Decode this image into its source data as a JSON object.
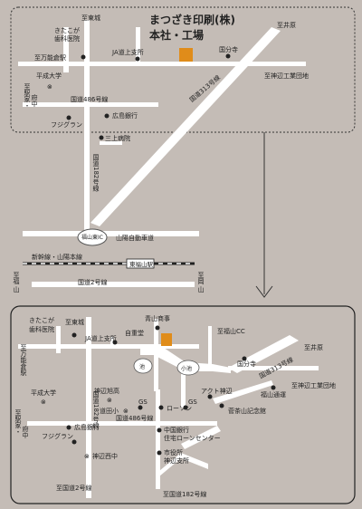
{
  "colors": {
    "background": "#c4bcb6",
    "road": "#ffffff",
    "frame": "#333333",
    "marker": "#e08c1a",
    "dot": "#222222"
  },
  "upper_map": {
    "title_line1": "まつざき印刷(株)",
    "title_line2": "本社・工場",
    "to_higashijo": "至東城",
    "to_ibara": "至井原",
    "clinic_line1": "きたこが",
    "clinic_line2": "歯科医院",
    "to_mannou": "至万能倉駅",
    "ja": "JA道上支所",
    "kokubunji": "国分寺",
    "to_jinnabe": "至神辺工業団地",
    "heisei_univ": "平成大学",
    "to_ekiya_line1": "至駅家・",
    "to_ekiya_line2": "府中",
    "route486": "国道486号線",
    "hiroshima_bank": "広島銀行",
    "fujiguran": "フジグラン",
    "route313": "国道313号線",
    "sanjo_hospital": "三上病院",
    "route182": "国道182号線",
    "fukuyama_higashi_ic": "福山東IC",
    "sanyo_expressway": "山陽自動車道",
    "shinkansen": "新幹線・山陽本線",
    "higashi_fukuyama_st": "東福山駅",
    "to_fukuyama_line1": "至福",
    "to_fukuyama_line2": "山",
    "to_okayama_line1": "至岡",
    "to_okayama_line2": "山",
    "route2": "国道2号線"
  },
  "lower_map": {
    "clinic_line1": "きたこが",
    "clinic_line2": "歯科医院",
    "to_higashijo": "至東城",
    "aoyama": "青山商事",
    "jimando": "自重堂",
    "to_fukuyama_cc": "至福山CC",
    "ja": "JA道上支所",
    "to_mannou": "至万能倉駅",
    "to_ibara": "至井原",
    "kokubunji": "国分寺",
    "route313": "国道313号線",
    "ike": "池",
    "koike": "小池",
    "to_jinnabe": "至神辺工業団地",
    "fukuyama_tsuuun": "福山通運",
    "heisei_univ": "平成大学",
    "jinnabe_asahi_hs": "神辺旭高",
    "michiue_es": "道田小",
    "gs1": "GS",
    "gs2": "GS",
    "act_jinnabe": "アクト神辺",
    "kansazan": "菅茶山記念館",
    "to_ekiya_line1": "至駅家・",
    "to_ekiya_line2": "府中",
    "lawson": "ローソン",
    "route486": "国道486号線",
    "hiroshima_bank": "広島銀行",
    "chugoku_bank_line1": "中国銀行",
    "chugoku_bank_line2": "住宅ローンセンター",
    "fujiguran": "フジグラン",
    "jinnabe_nishi_jhs": "神辺西中",
    "city_office_line1": "市役所",
    "city_office_line2": "神辺支所",
    "route182_vertical": "国道182号線",
    "to_route2": "至国道2号線",
    "to_route182": "至国道182号線"
  }
}
